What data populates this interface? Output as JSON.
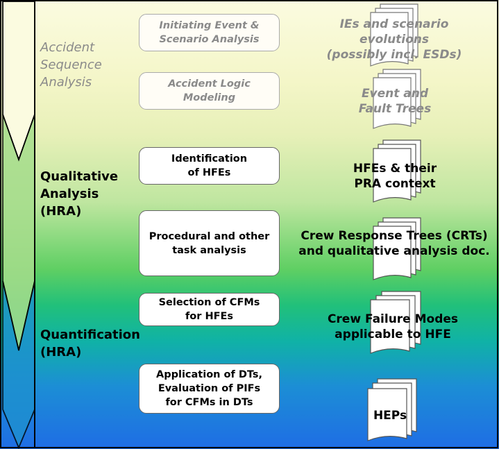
{
  "stages": [
    {
      "id": "accident-sequence",
      "lines": [
        "Accident",
        "Sequence",
        "Analysis"
      ],
      "faded": true
    },
    {
      "id": "qualitative",
      "lines": [
        "Qualitative",
        "Analysis",
        "(HRA)"
      ],
      "faded": false
    },
    {
      "id": "quantification",
      "lines": [
        "Quantification",
        "(HRA)"
      ],
      "faded": false
    }
  ],
  "steps": [
    {
      "id": "initiating-event",
      "lines": [
        "Initiating Event &",
        "Scenario Analysis"
      ],
      "faded": true
    },
    {
      "id": "accident-logic",
      "lines": [
        "Accident Logic",
        "Modeling"
      ],
      "faded": true
    },
    {
      "id": "identification-hfes",
      "lines": [
        "Identification",
        "of HFEs"
      ],
      "faded": false
    },
    {
      "id": "procedural",
      "lines": [
        "Procedural and other",
        "task analysis"
      ],
      "faded": false
    },
    {
      "id": "selection-cfms",
      "lines": [
        "Selection of CFMs",
        "for HFEs"
      ],
      "faded": false
    },
    {
      "id": "application-dts",
      "lines": [
        "Application of DTs,",
        "Evaluation of PIFs",
        "for CFMs in DTs"
      ],
      "faded": false
    }
  ],
  "outputs": [
    {
      "id": "ies",
      "lines": [
        "IEs and scenario",
        "evolutions",
        "(possibly incl. ESDs)"
      ],
      "faded": true
    },
    {
      "id": "event-fault-trees",
      "lines": [
        "Event and",
        "Fault Trees"
      ],
      "faded": true
    },
    {
      "id": "hfes-context",
      "lines": [
        "HFEs & their",
        "PRA context"
      ],
      "faded": false
    },
    {
      "id": "crts",
      "lines": [
        "Crew Response Trees (CRTs)",
        "and qualitative analysis doc."
      ],
      "faded": false
    },
    {
      "id": "cfm",
      "lines": [
        "Crew Failure Modes",
        "applicable to HFE"
      ],
      "faded": false
    },
    {
      "id": "heps",
      "lines": [
        "HEPs"
      ],
      "faded": false
    }
  ]
}
